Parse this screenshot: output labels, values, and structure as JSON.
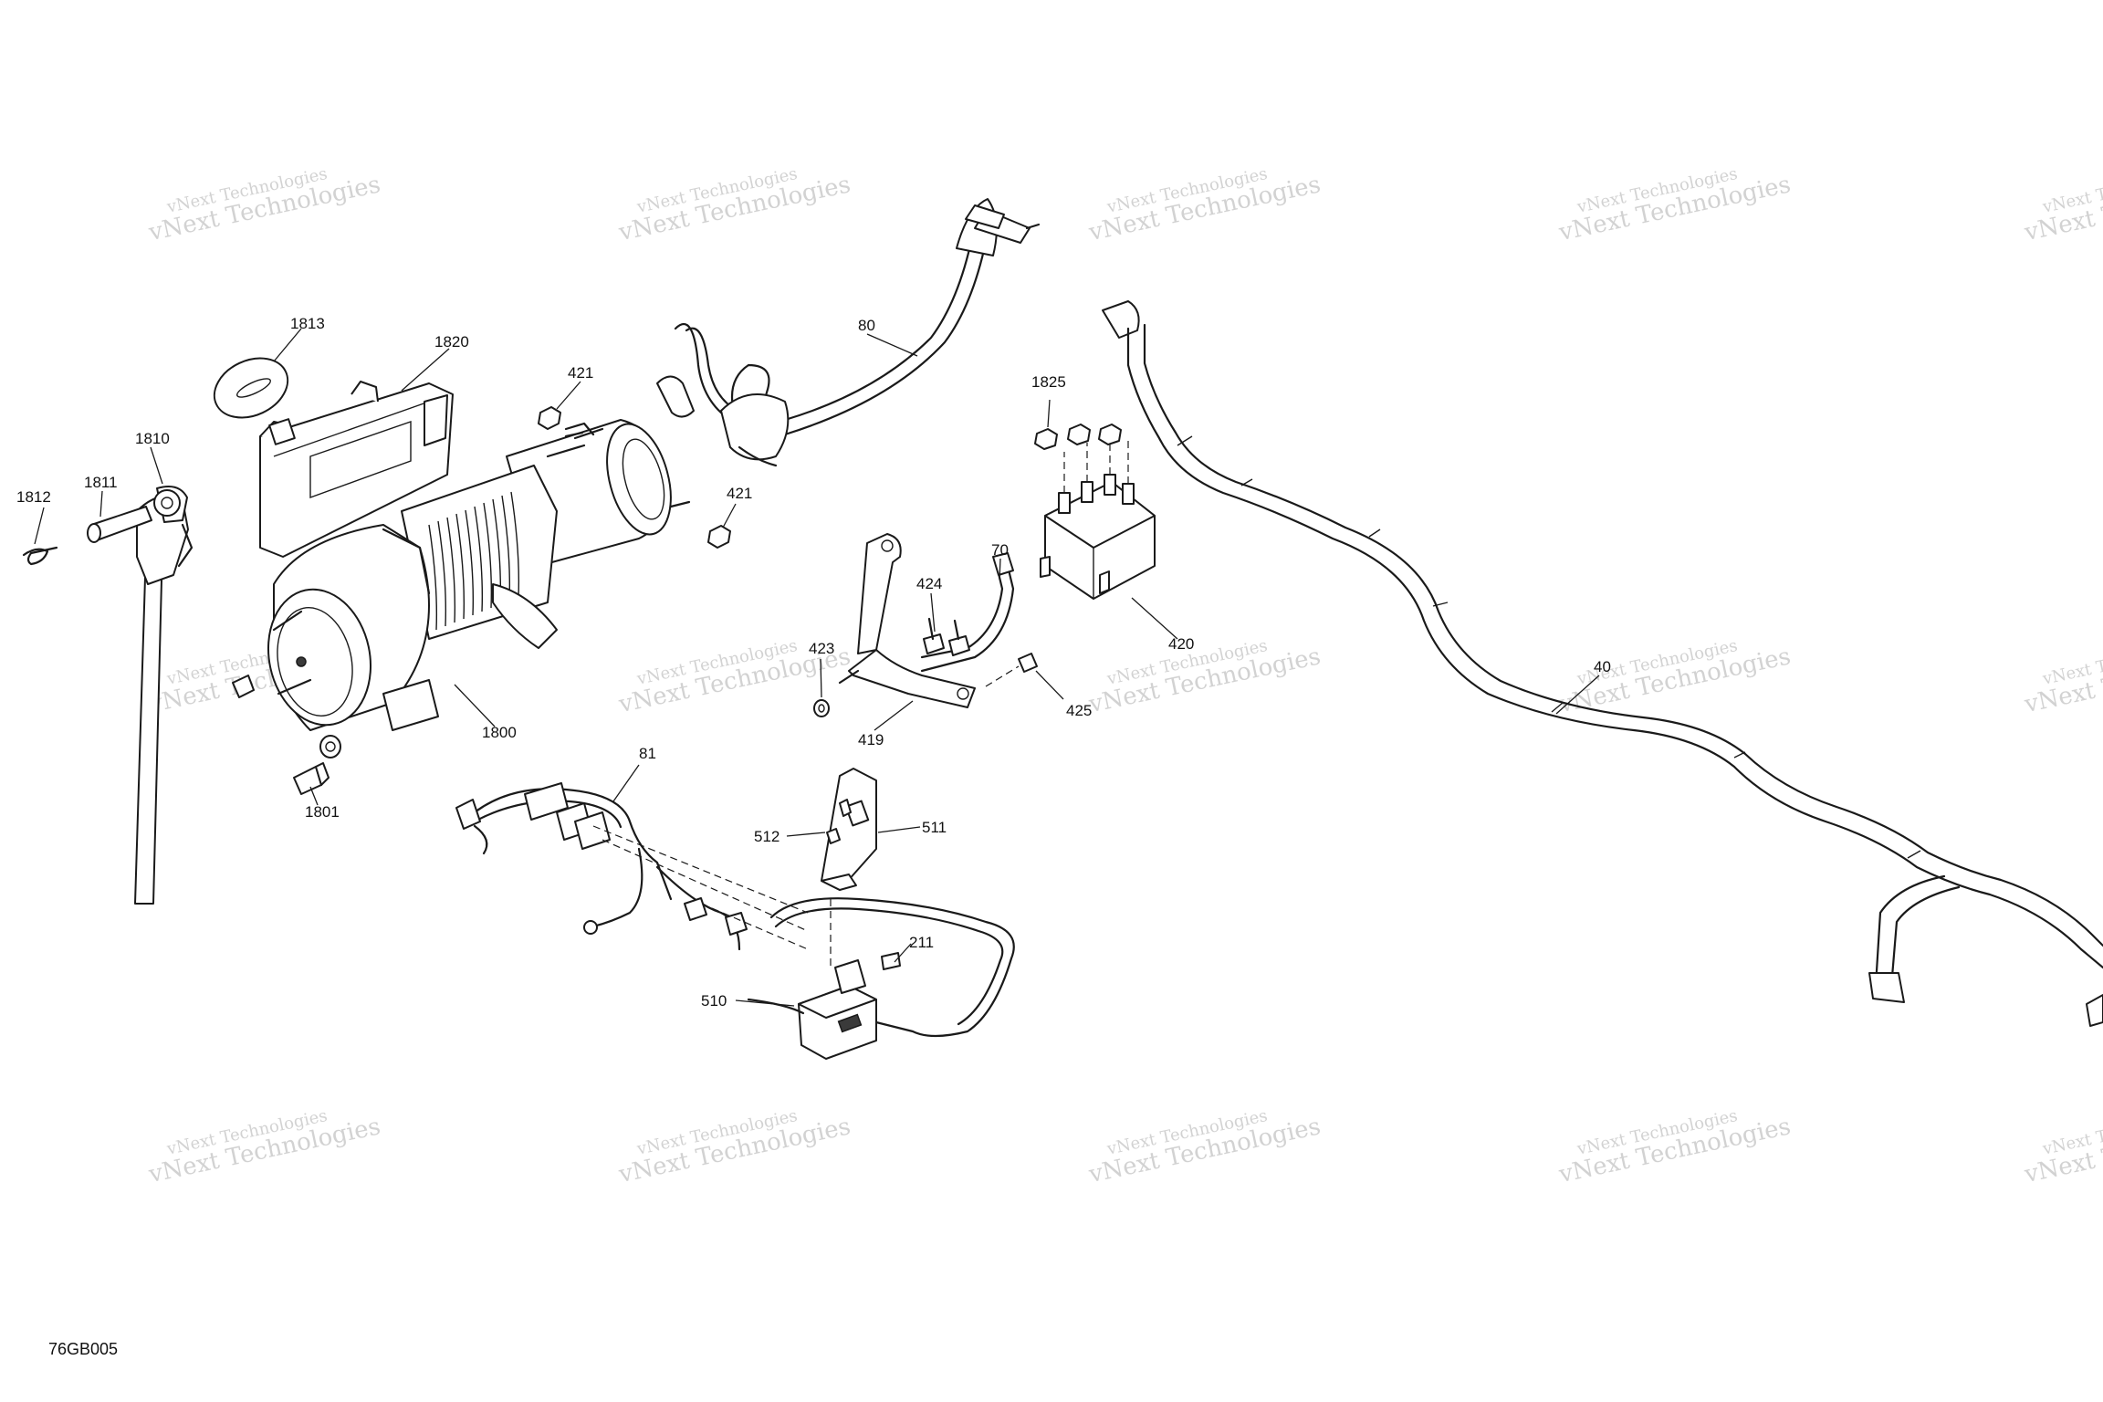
{
  "drawing_code": "76GB005",
  "watermark": {
    "line1": "vNext Technologies",
    "line2": "vNext Technologies"
  },
  "callouts": {
    "p1812": "1812",
    "p1811": "1811",
    "p1810": "1810",
    "p1813": "1813",
    "p1820": "1820",
    "p421a": "421",
    "p421b": "421",
    "p80": "80",
    "p1825": "1825",
    "p70": "70",
    "p424": "424",
    "p423": "423",
    "p420": "420",
    "p40": "40",
    "p425": "425",
    "p419": "419",
    "p1800": "1800",
    "p1801": "1801",
    "p81": "81",
    "p512": "512",
    "p511": "511",
    "p211": "211",
    "p510": "510"
  }
}
